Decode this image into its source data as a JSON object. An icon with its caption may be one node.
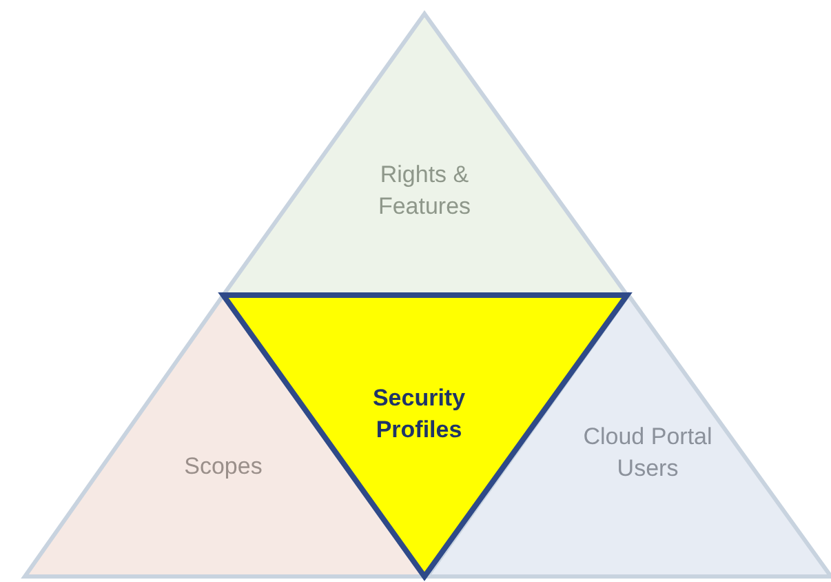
{
  "diagram": {
    "nodes": [
      {
        "text": [
          "Rights & Features"
        ]
      },
      {
        "text": [
          "Scopes"
        ]
      },
      {
        "text": [
          "Security Profiles"
        ]
      },
      {
        "text": [
          "Cloud Portal Users"
        ]
      }
    ]
  }
}
